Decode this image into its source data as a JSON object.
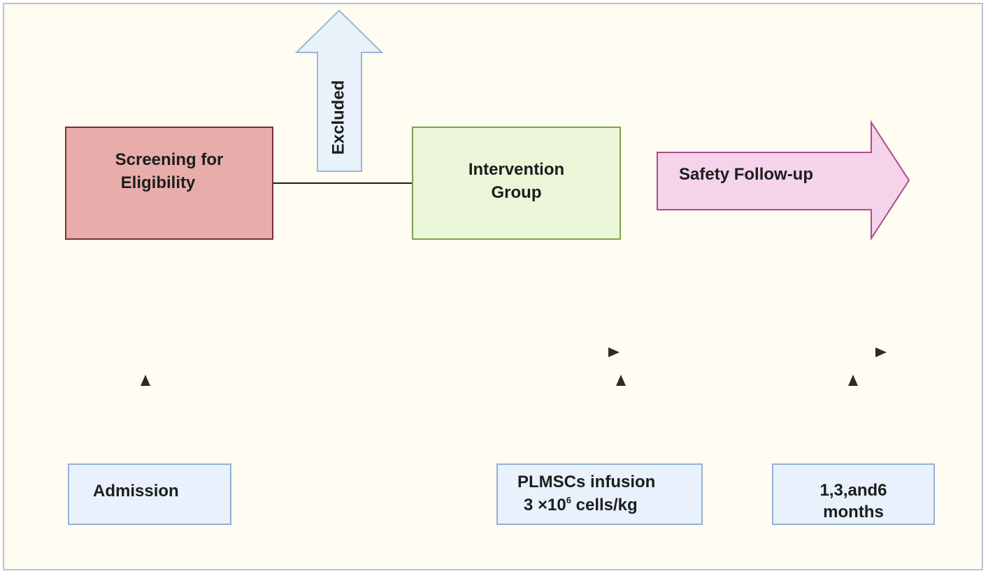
{
  "stages": {
    "screening": {
      "line1": "Screening for",
      "line2": "Eligibility"
    },
    "excluded": "Excluded",
    "intervention": {
      "line1": "Intervention",
      "line2": "Group"
    },
    "follow_up": "Safety Follow-up"
  },
  "timeline": {
    "admission": "Admission",
    "infusion": {
      "line1": "PLMSCs infusion",
      "line2_prefix": "3 ×10",
      "line2_exp": "6",
      "line2_suffix": " cells/kg"
    },
    "months": {
      "line1": "1,3,and6",
      "line2": "months"
    }
  },
  "colors": {
    "background": "#fffcf1",
    "screening_fill": "#e8adaa",
    "screening_border": "#7a2f36",
    "intervention_fill": "#ebf5d8",
    "intervention_border": "#7aa34a",
    "follow_up_fill": "#f5d3ea",
    "follow_up_border": "#b04a8c",
    "excluded_fill": "#e9f1fb",
    "label_box_fill": "#e8f1fc",
    "label_box_border": "#93b1d6"
  }
}
